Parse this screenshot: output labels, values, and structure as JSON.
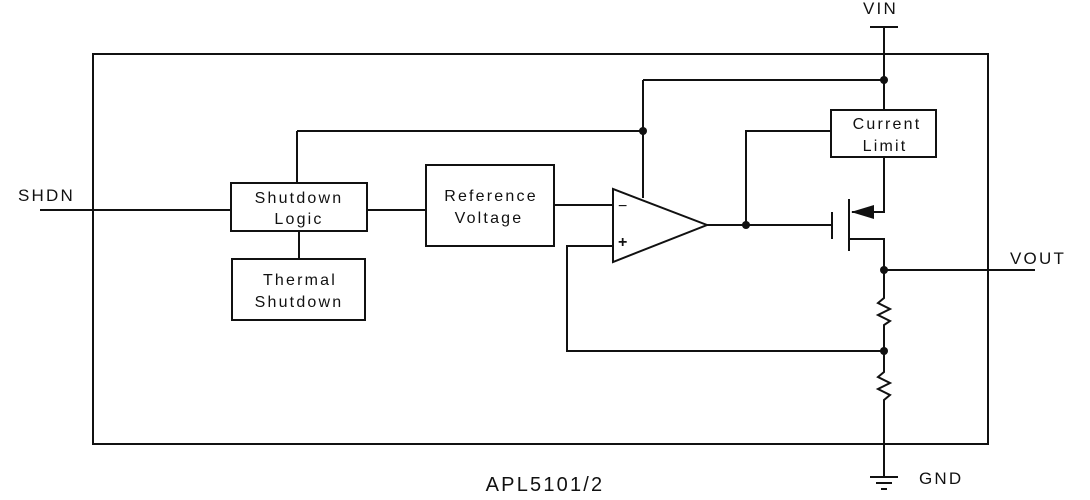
{
  "diagram": {
    "chip_label": "APL5101/2",
    "pins": {
      "vin": "VIN",
      "shdn": "SHDN",
      "vout": "VOUT",
      "gnd": "GND"
    },
    "blocks": {
      "shutdown_logic": [
        "Shutdown",
        "Logic"
      ],
      "thermal_shutdown": [
        "Thermal",
        "Shutdown"
      ],
      "reference_voltage": [
        "Reference",
        "Voltage"
      ],
      "current_limit": [
        "Current",
        "Limit"
      ]
    },
    "amplifier": {
      "inverting_symbol": "−",
      "noninverting_symbol": "+"
    }
  }
}
